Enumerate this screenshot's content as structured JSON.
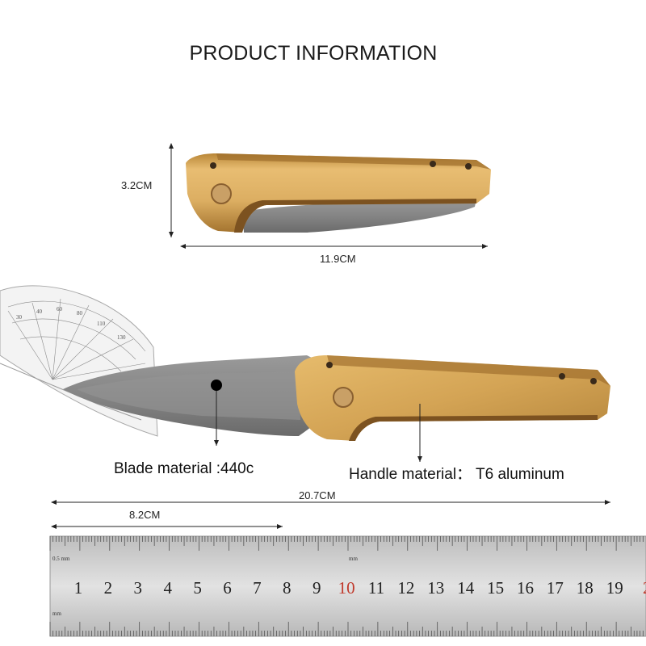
{
  "title": "PRODUCT INFORMATION",
  "dimensions": {
    "closed_height": "3.2CM",
    "closed_length": "11.9CM",
    "open_length": "20.7CM",
    "blade_length": "8.2CM"
  },
  "materials": {
    "blade": "Blade material :440c",
    "handle": "Handle material： T6 aluminum"
  },
  "ruler": {
    "numbers": [
      "1",
      "2",
      "3",
      "4",
      "5",
      "6",
      "7",
      "8",
      "9",
      "10",
      "11",
      "12",
      "13",
      "14",
      "15",
      "16",
      "17",
      "18",
      "19",
      "2"
    ],
    "unit_left": "0.5 mm",
    "unit_mid": "mm",
    "unit_bottom": "mm"
  },
  "colors": {
    "handle_gold": "#d9a857",
    "handle_dark": "#8a5f2a",
    "blade_gray": "#8c8c8c",
    "ruler_silver": "#cfcfcf",
    "highlight_red": "#c0392b"
  }
}
